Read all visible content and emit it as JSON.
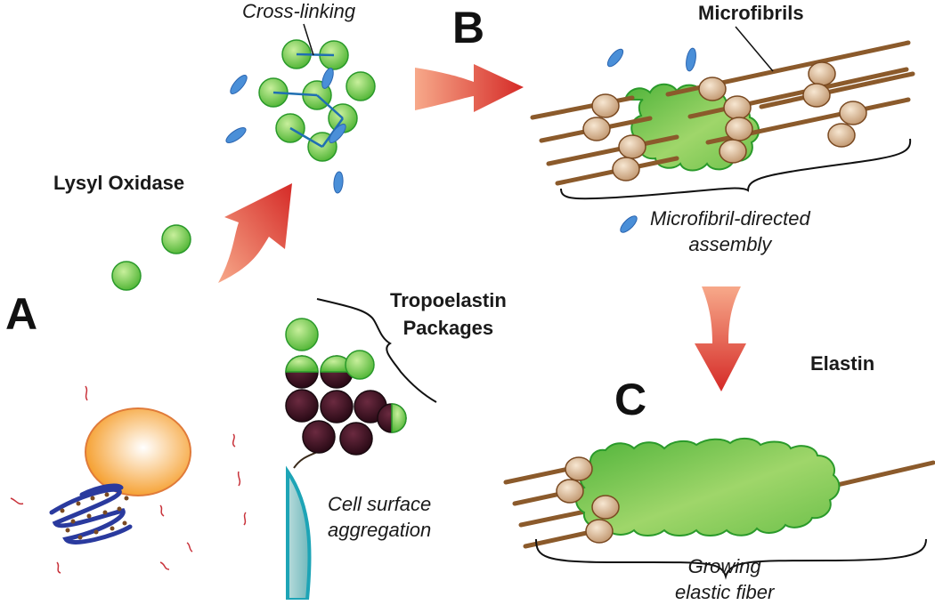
{
  "stages": {
    "a": "A",
    "b": "B",
    "c": "C"
  },
  "labels": {
    "cross_linking": "Cross-linking",
    "lysyl_oxidase": "Lysyl Oxidase",
    "microfibrils": "Microfibrils",
    "microfibril_directed_line1": "Microfibril-directed",
    "microfibril_directed_line2": "assembly",
    "tropoelastin_line1": "Tropoelastin",
    "tropoelastin_line2": "Packages",
    "cell_surface_line1": "Cell surface",
    "cell_surface_line2": "aggregation",
    "elastin": "Elastin",
    "growing_line1": "Growing",
    "growing_line2": "elastic fiber"
  },
  "colors": {
    "tropoelastin_green": "#5cbf3f",
    "microfibril_brown": "#8b5a2b",
    "arrow_red": "#d9312b",
    "lysyl_oxidase_blue": "#4a8fd8",
    "cell_orange": "#f59a23",
    "er_blue": "#2a3a9e",
    "intracellular_dark": "#4a1a2a",
    "membrane_teal": "#2aa8b8"
  }
}
